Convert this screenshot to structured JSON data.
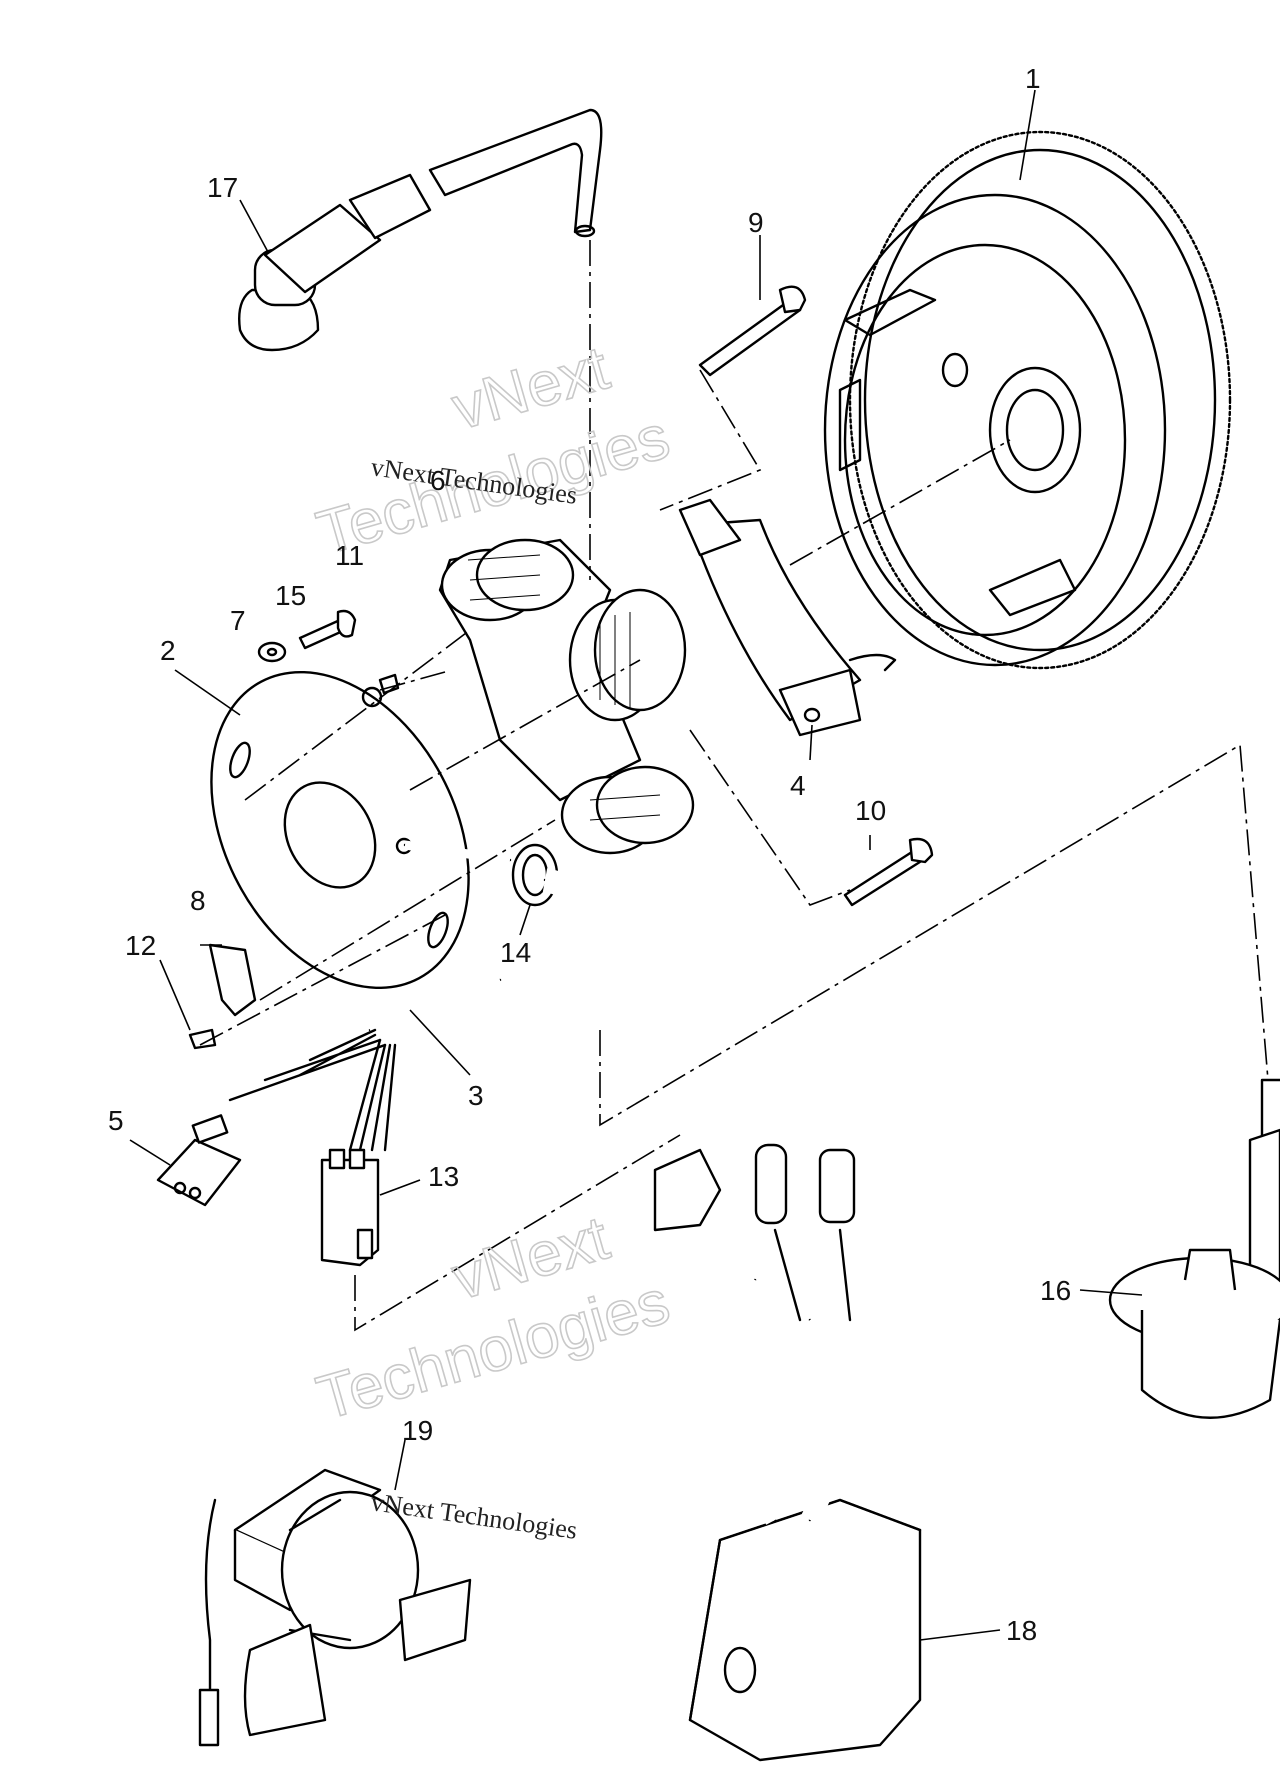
{
  "callouts": {
    "c1": "1",
    "c2": "2",
    "c3": "3",
    "c4": "4",
    "c5": "5",
    "c6": "6",
    "c7": "7",
    "c8": "8",
    "c9": "9",
    "c10": "10",
    "c11": "11",
    "c12": "12",
    "c13": "13",
    "c14": "14",
    "c15": "15",
    "c16": "16",
    "c17": "17",
    "c18": "18",
    "c19": "19"
  },
  "watermarks": {
    "top_big_1": "vNext",
    "top_big_2": "Technologies",
    "top_small": "vNext Technologies",
    "bottom_big_1": "vNext",
    "bottom_big_2": "Technologies",
    "bottom_small": "vNext Technologies"
  }
}
